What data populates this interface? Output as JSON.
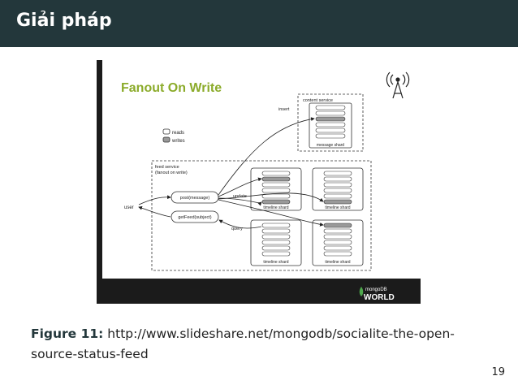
{
  "slide": {
    "title": "Giải pháp",
    "page_number": "19"
  },
  "figure": {
    "heading": "Fanout On Write",
    "legend": {
      "reads": "reads",
      "writes": "writes"
    },
    "content_service": {
      "label": "content service",
      "shard_label": "message shard"
    },
    "feed_service": {
      "label": "feed service",
      "sublabel": "(fanout on write)"
    },
    "user_label": "user",
    "post_label": "post(message)",
    "get_label": "getFeed(subject)",
    "insert_label": "insert",
    "update_label": "update",
    "query_label": "query",
    "timeline_shard_label": "timeline shard",
    "logo": {
      "top": "mongoDB",
      "bottom": "WORLD"
    },
    "colors": {
      "slide_bg": "#1b1b1b",
      "heading": "#8bab2a",
      "write_cell": "#999999"
    }
  },
  "caption": {
    "label": "Figure 11:",
    "text": "http://www.slideshare.net/mongodb/socialite-the-open-source-status-feed"
  }
}
